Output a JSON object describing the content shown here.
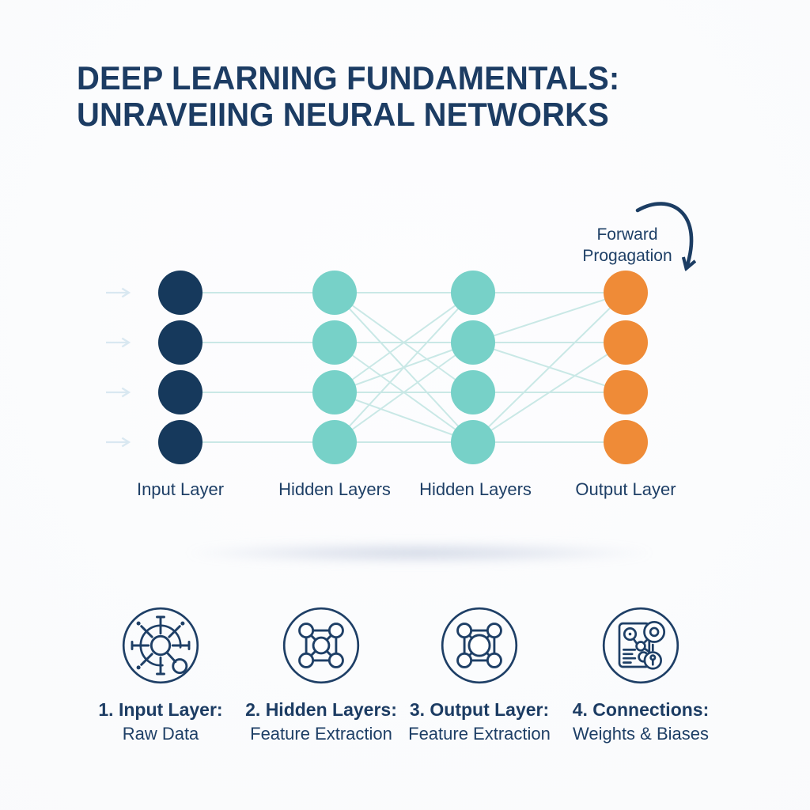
{
  "palette": {
    "navy_text": "#1c3c63",
    "node_input": "#16395c",
    "node_hidden": "#77d1c8",
    "node_output": "#ef8b37",
    "connection_line": "#c9e8e6",
    "input_arrow": "#d9e8f1",
    "arrow_stroke": "#1c3d63"
  },
  "title": {
    "line1": "DEEP LEARNING FUNDAMENTALS:",
    "line2": "UNRAVEIING NEURAL NETWORKS"
  },
  "diagram": {
    "annotation": {
      "line1": "Forward",
      "line2": "Progagation"
    },
    "layer_labels": [
      "Input Layer",
      "Hidden Layers",
      "Hidden Layers",
      "Output Layer"
    ]
  },
  "legend": {
    "items": [
      {
        "icon": "raw-data-hub-icon",
        "title": "1. Input Layer:",
        "subtitle": "Raw Data"
      },
      {
        "icon": "network-mesh-icon",
        "title": "2. Hidden Layers:",
        "subtitle": "Feature Extraction"
      },
      {
        "icon": "network-output-icon",
        "title": "3. Output Layer:",
        "subtitle": "Feature Extraction"
      },
      {
        "icon": "weights-document-icon",
        "title": "4. Connections:",
        "subtitle": "Weights & Biases"
      }
    ]
  }
}
